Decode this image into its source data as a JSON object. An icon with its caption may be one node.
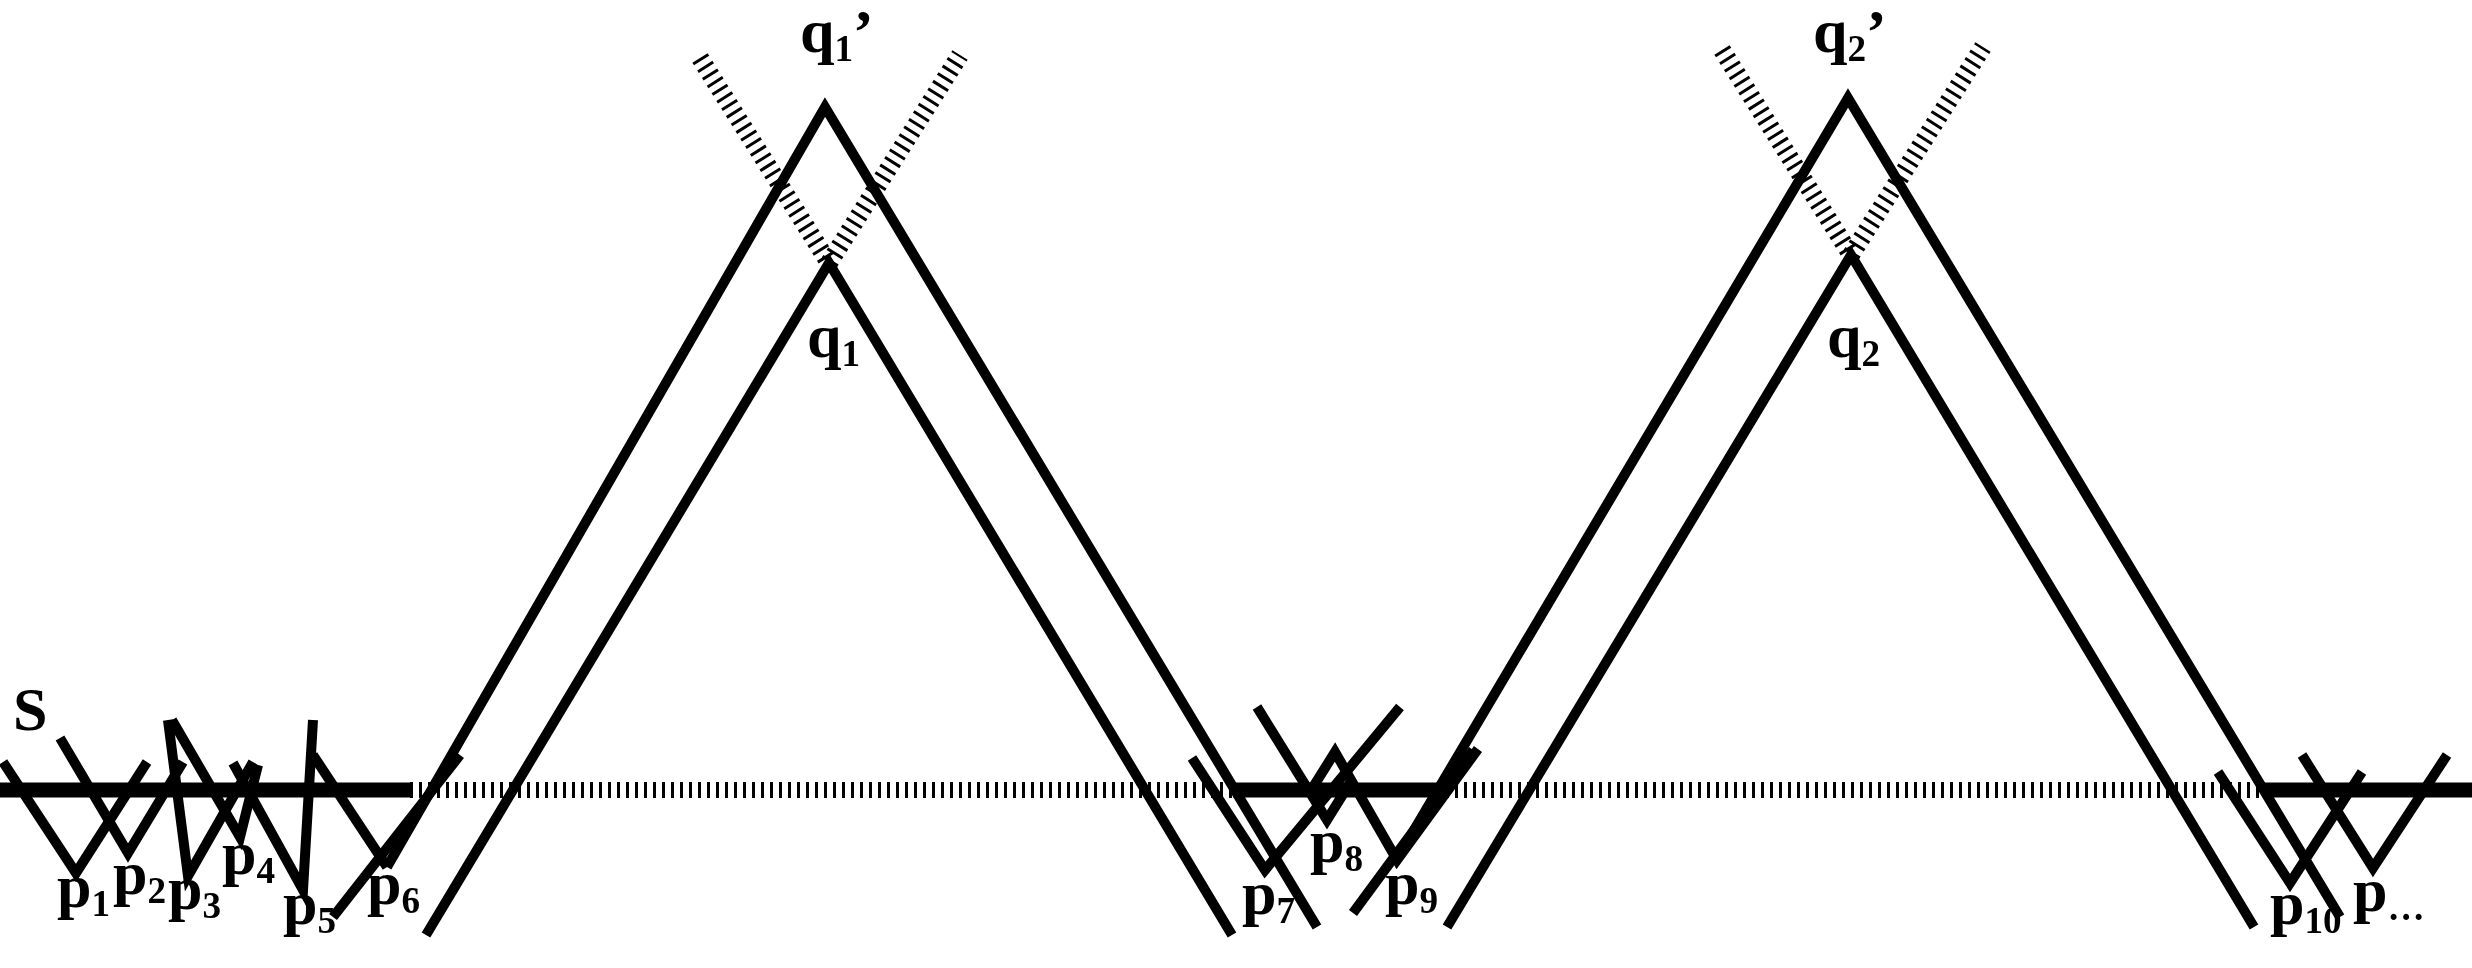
{
  "diagram": {
    "labels": [
      "q$_{1}$’",
      "q$_{2}$’",
      "q$_{1}$",
      "q$_{2}$",
      "S",
      "p$_{1}$",
      "p$_{2}$",
      "p$_{3}$",
      "p$_{4}$",
      "p$_{5}$",
      "p$_{6}$",
      "p$_{7}$",
      "p$_{8}$",
      "p$_{9}$",
      "p$_{10}$",
      "p$_{…}$"
    ]
  }
}
